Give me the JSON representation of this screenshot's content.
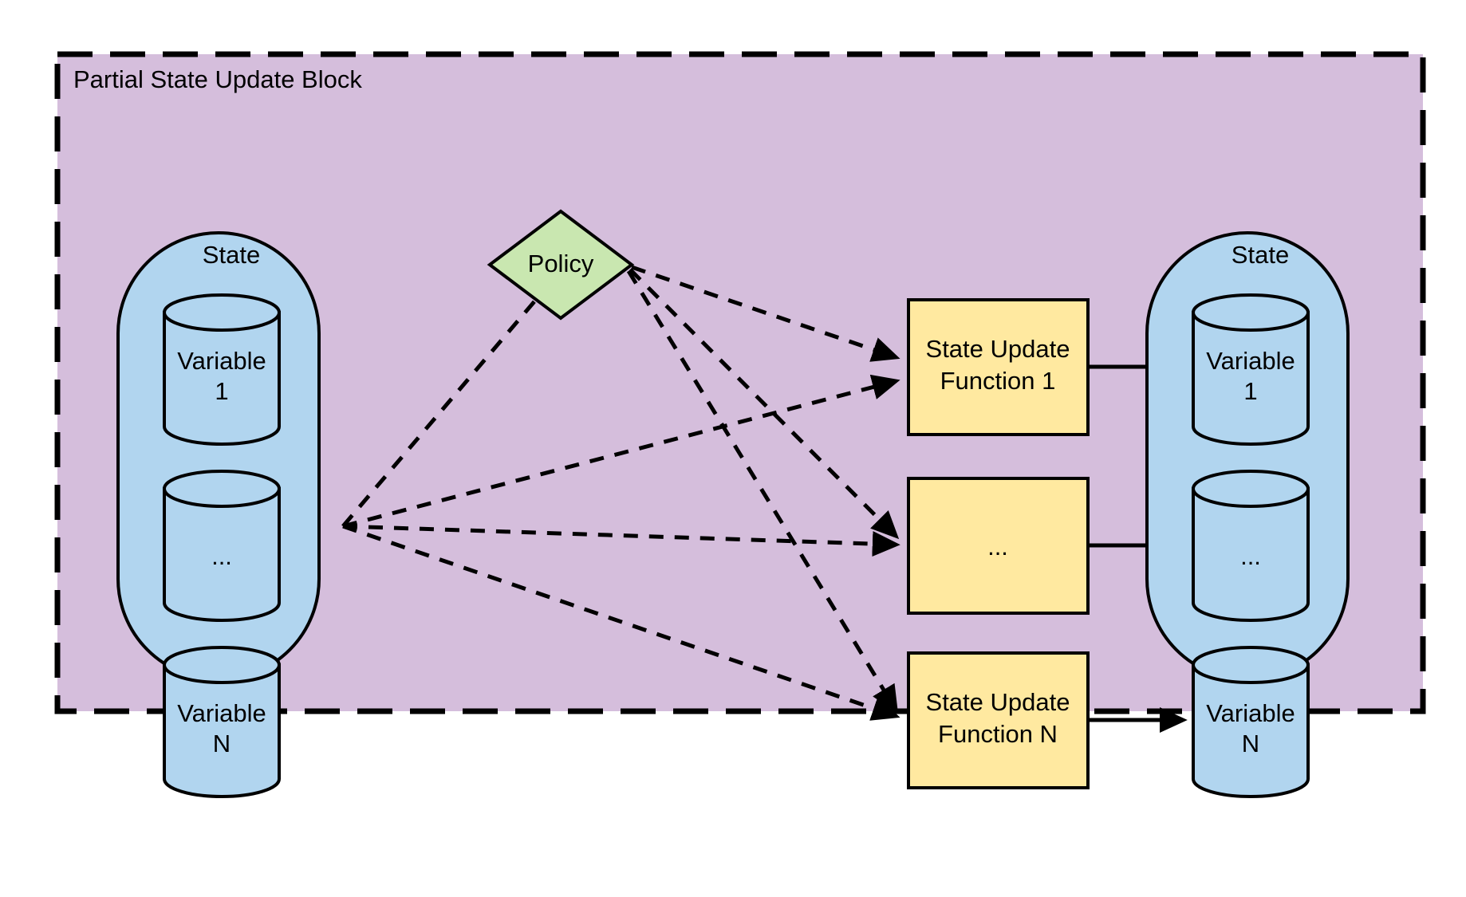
{
  "diagram": {
    "title": "Partial State Update Block",
    "background": "#ffffff",
    "block": {
      "label": "Partial State Update Block",
      "fill": "#d5bedc",
      "stroke": "#000000",
      "border_style": "dashed"
    },
    "colors": {
      "block_fill": "#d5bedc",
      "state_fill": "#b1d5ef",
      "policy_fill": "#c9e7b0",
      "function_fill": "#ffe9a0",
      "stroke": "#000000"
    },
    "state_input": {
      "label": "State",
      "shape": "rounded-container",
      "fill": "#b1d5ef",
      "variables": [
        {
          "label": "Variable 1",
          "line1": "Variable",
          "line2": "1",
          "shape": "cylinder"
        },
        {
          "label": "...",
          "line1": "...",
          "line2": "",
          "shape": "cylinder"
        },
        {
          "label": "Variable N",
          "line1": "Variable",
          "line2": "N",
          "shape": "cylinder"
        }
      ]
    },
    "state_output": {
      "label": "State",
      "shape": "rounded-container",
      "fill": "#b1d5ef",
      "variables": [
        {
          "label": "Variable 1",
          "line1": "Variable",
          "line2": "1",
          "shape": "cylinder"
        },
        {
          "label": "...",
          "line1": "...",
          "line2": "",
          "shape": "cylinder"
        },
        {
          "label": "Variable N",
          "line1": "Variable",
          "line2": "N",
          "shape": "cylinder"
        }
      ]
    },
    "policy": {
      "label": "Policy",
      "shape": "diamond",
      "fill": "#c9e7b0"
    },
    "functions": [
      {
        "label": "State Update Function 1",
        "line1": "State Update",
        "line2": "Function 1",
        "shape": "rectangle",
        "fill": "#ffe9a0"
      },
      {
        "label": "...",
        "line1": "...",
        "line2": "",
        "shape": "rectangle",
        "fill": "#ffe9a0"
      },
      {
        "label": "State Update Function N",
        "line1": "State Update",
        "line2": "Function N",
        "shape": "rectangle",
        "fill": "#ffe9a0"
      }
    ],
    "edges": [
      {
        "from": "state_input",
        "to": "policy",
        "style": "dashed",
        "arrow": "end"
      },
      {
        "from": "state_input",
        "to": "state_update_function_1",
        "style": "dashed",
        "arrow": "end"
      },
      {
        "from": "state_input",
        "to": "state_update_function_mid",
        "style": "dashed",
        "arrow": "end"
      },
      {
        "from": "state_input",
        "to": "state_update_function_n",
        "style": "dashed",
        "arrow": "end"
      },
      {
        "from": "policy",
        "to": "state_update_function_1",
        "style": "dashed",
        "arrow": "end"
      },
      {
        "from": "policy",
        "to": "state_update_function_mid",
        "style": "dashed",
        "arrow": "end"
      },
      {
        "from": "policy",
        "to": "state_update_function_n",
        "style": "dashed",
        "arrow": "end"
      },
      {
        "from": "state_update_function_1",
        "to": "output_variable_1",
        "style": "solid",
        "arrow": "end"
      },
      {
        "from": "state_update_function_mid",
        "to": "output_variable_mid",
        "style": "solid",
        "arrow": "end"
      },
      {
        "from": "state_update_function_n",
        "to": "output_variable_n",
        "style": "solid",
        "arrow": "end"
      }
    ]
  }
}
